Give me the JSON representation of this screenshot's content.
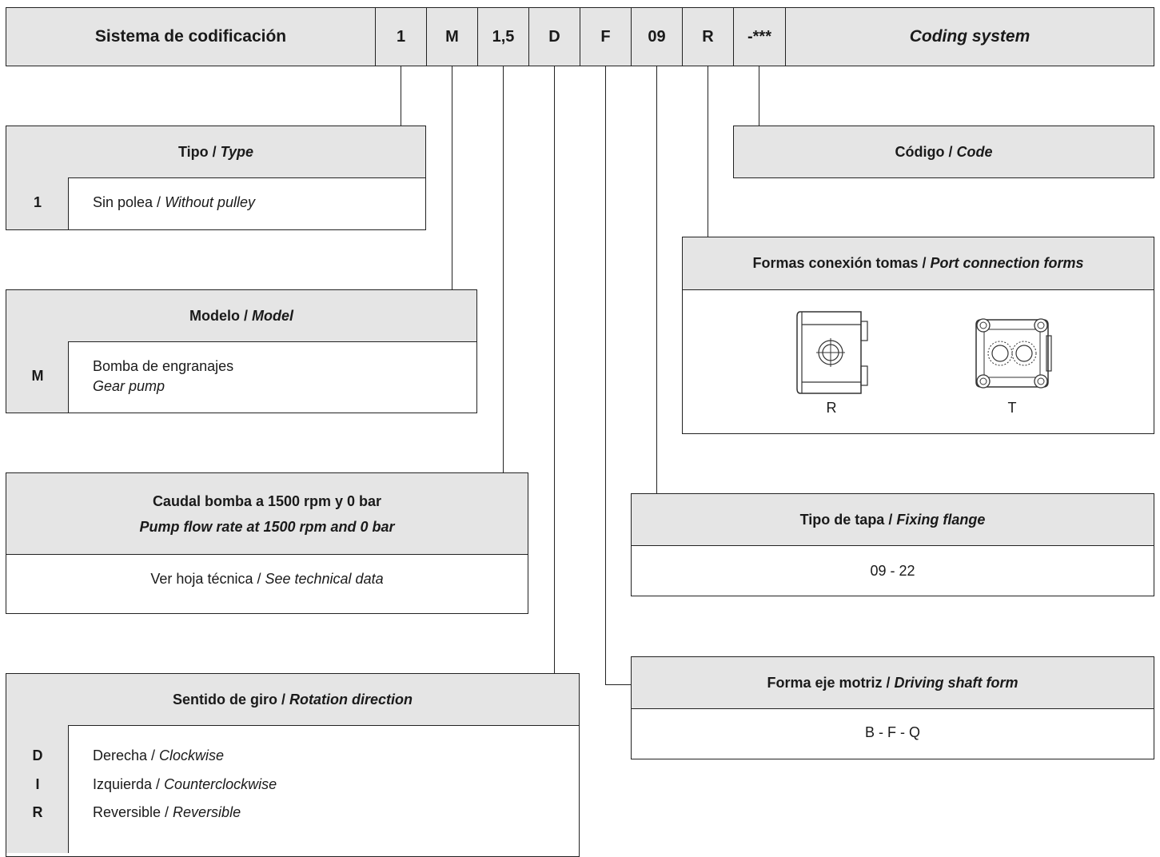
{
  "header": {
    "title_es": "Sistema de codificación",
    "title_en": "Coding system",
    "codes": [
      "1",
      "M",
      "1,5",
      "D",
      "F",
      "09",
      "R",
      "-***"
    ]
  },
  "tipo": {
    "title_es": "Tipo / ",
    "title_en": "Type",
    "rows": [
      {
        "code": "1",
        "es": "Sin polea / ",
        "en": "Without pulley"
      }
    ]
  },
  "modelo": {
    "title_es": "Modelo / ",
    "title_en": "Model",
    "code": "M",
    "es": "Bomba de engranajes",
    "en": "Gear pump"
  },
  "caudal": {
    "title_es": "Caudal bomba a 1500 rpm y 0 bar",
    "title_en": "Pump flow rate at 1500 rpm and 0 bar",
    "body_es": "Ver hoja técnica / ",
    "body_en": "See technical data"
  },
  "sentido": {
    "title_es": "Sentido de giro / ",
    "title_en": "Rotation direction",
    "rows": [
      {
        "code": "D",
        "es": "Derecha / ",
        "en": "Clockwise"
      },
      {
        "code": "I",
        "es": "Izquierda / ",
        "en": "Counterclockwise"
      },
      {
        "code": "R",
        "es": "Reversible / ",
        "en": "Reversible"
      }
    ]
  },
  "codigo": {
    "title_es": "Código / ",
    "title_en": "Code"
  },
  "formas_conexion": {
    "title_es": "Formas conexión tomas / ",
    "title_en": "Port connection forms",
    "options": [
      "R",
      "T"
    ]
  },
  "tipo_tapa": {
    "title_es": "Tipo de tapa / ",
    "title_en": "Fixing flange",
    "value": "09 - 22"
  },
  "forma_eje": {
    "title_es": "Forma eje motriz / ",
    "title_en": "Driving shaft form",
    "value": "B - F - Q"
  }
}
